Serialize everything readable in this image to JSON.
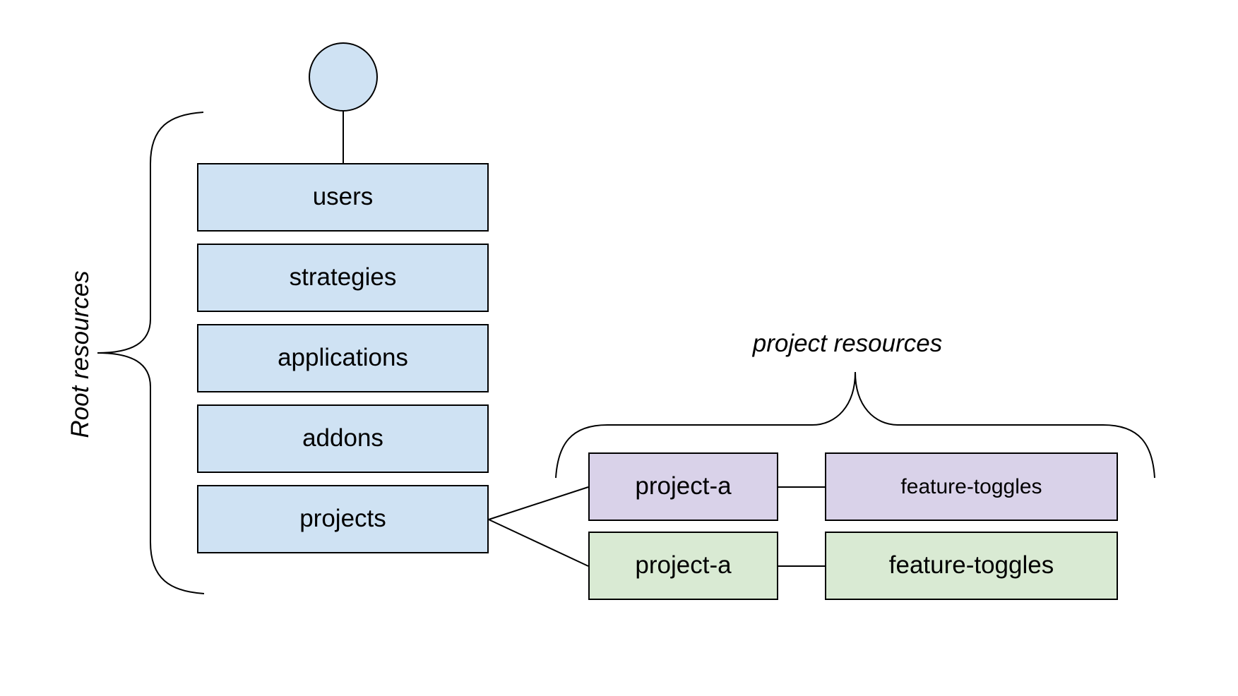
{
  "labels": {
    "root_group": "Root resources",
    "project_group": "project resources"
  },
  "root_resources": [
    {
      "label": "users"
    },
    {
      "label": "strategies"
    },
    {
      "label": "applications"
    },
    {
      "label": "addons"
    },
    {
      "label": "projects"
    }
  ],
  "project_rows": [
    {
      "project": "project-a",
      "resource": "feature-toggles"
    },
    {
      "project": "project-a",
      "resource": "feature-toggles"
    }
  ],
  "colors": {
    "root_fill": "#cfe2f3",
    "project_purple_fill": "#d9d2e9",
    "project_green_fill": "#d9ead3",
    "stroke": "#000000",
    "text": "#000000"
  }
}
